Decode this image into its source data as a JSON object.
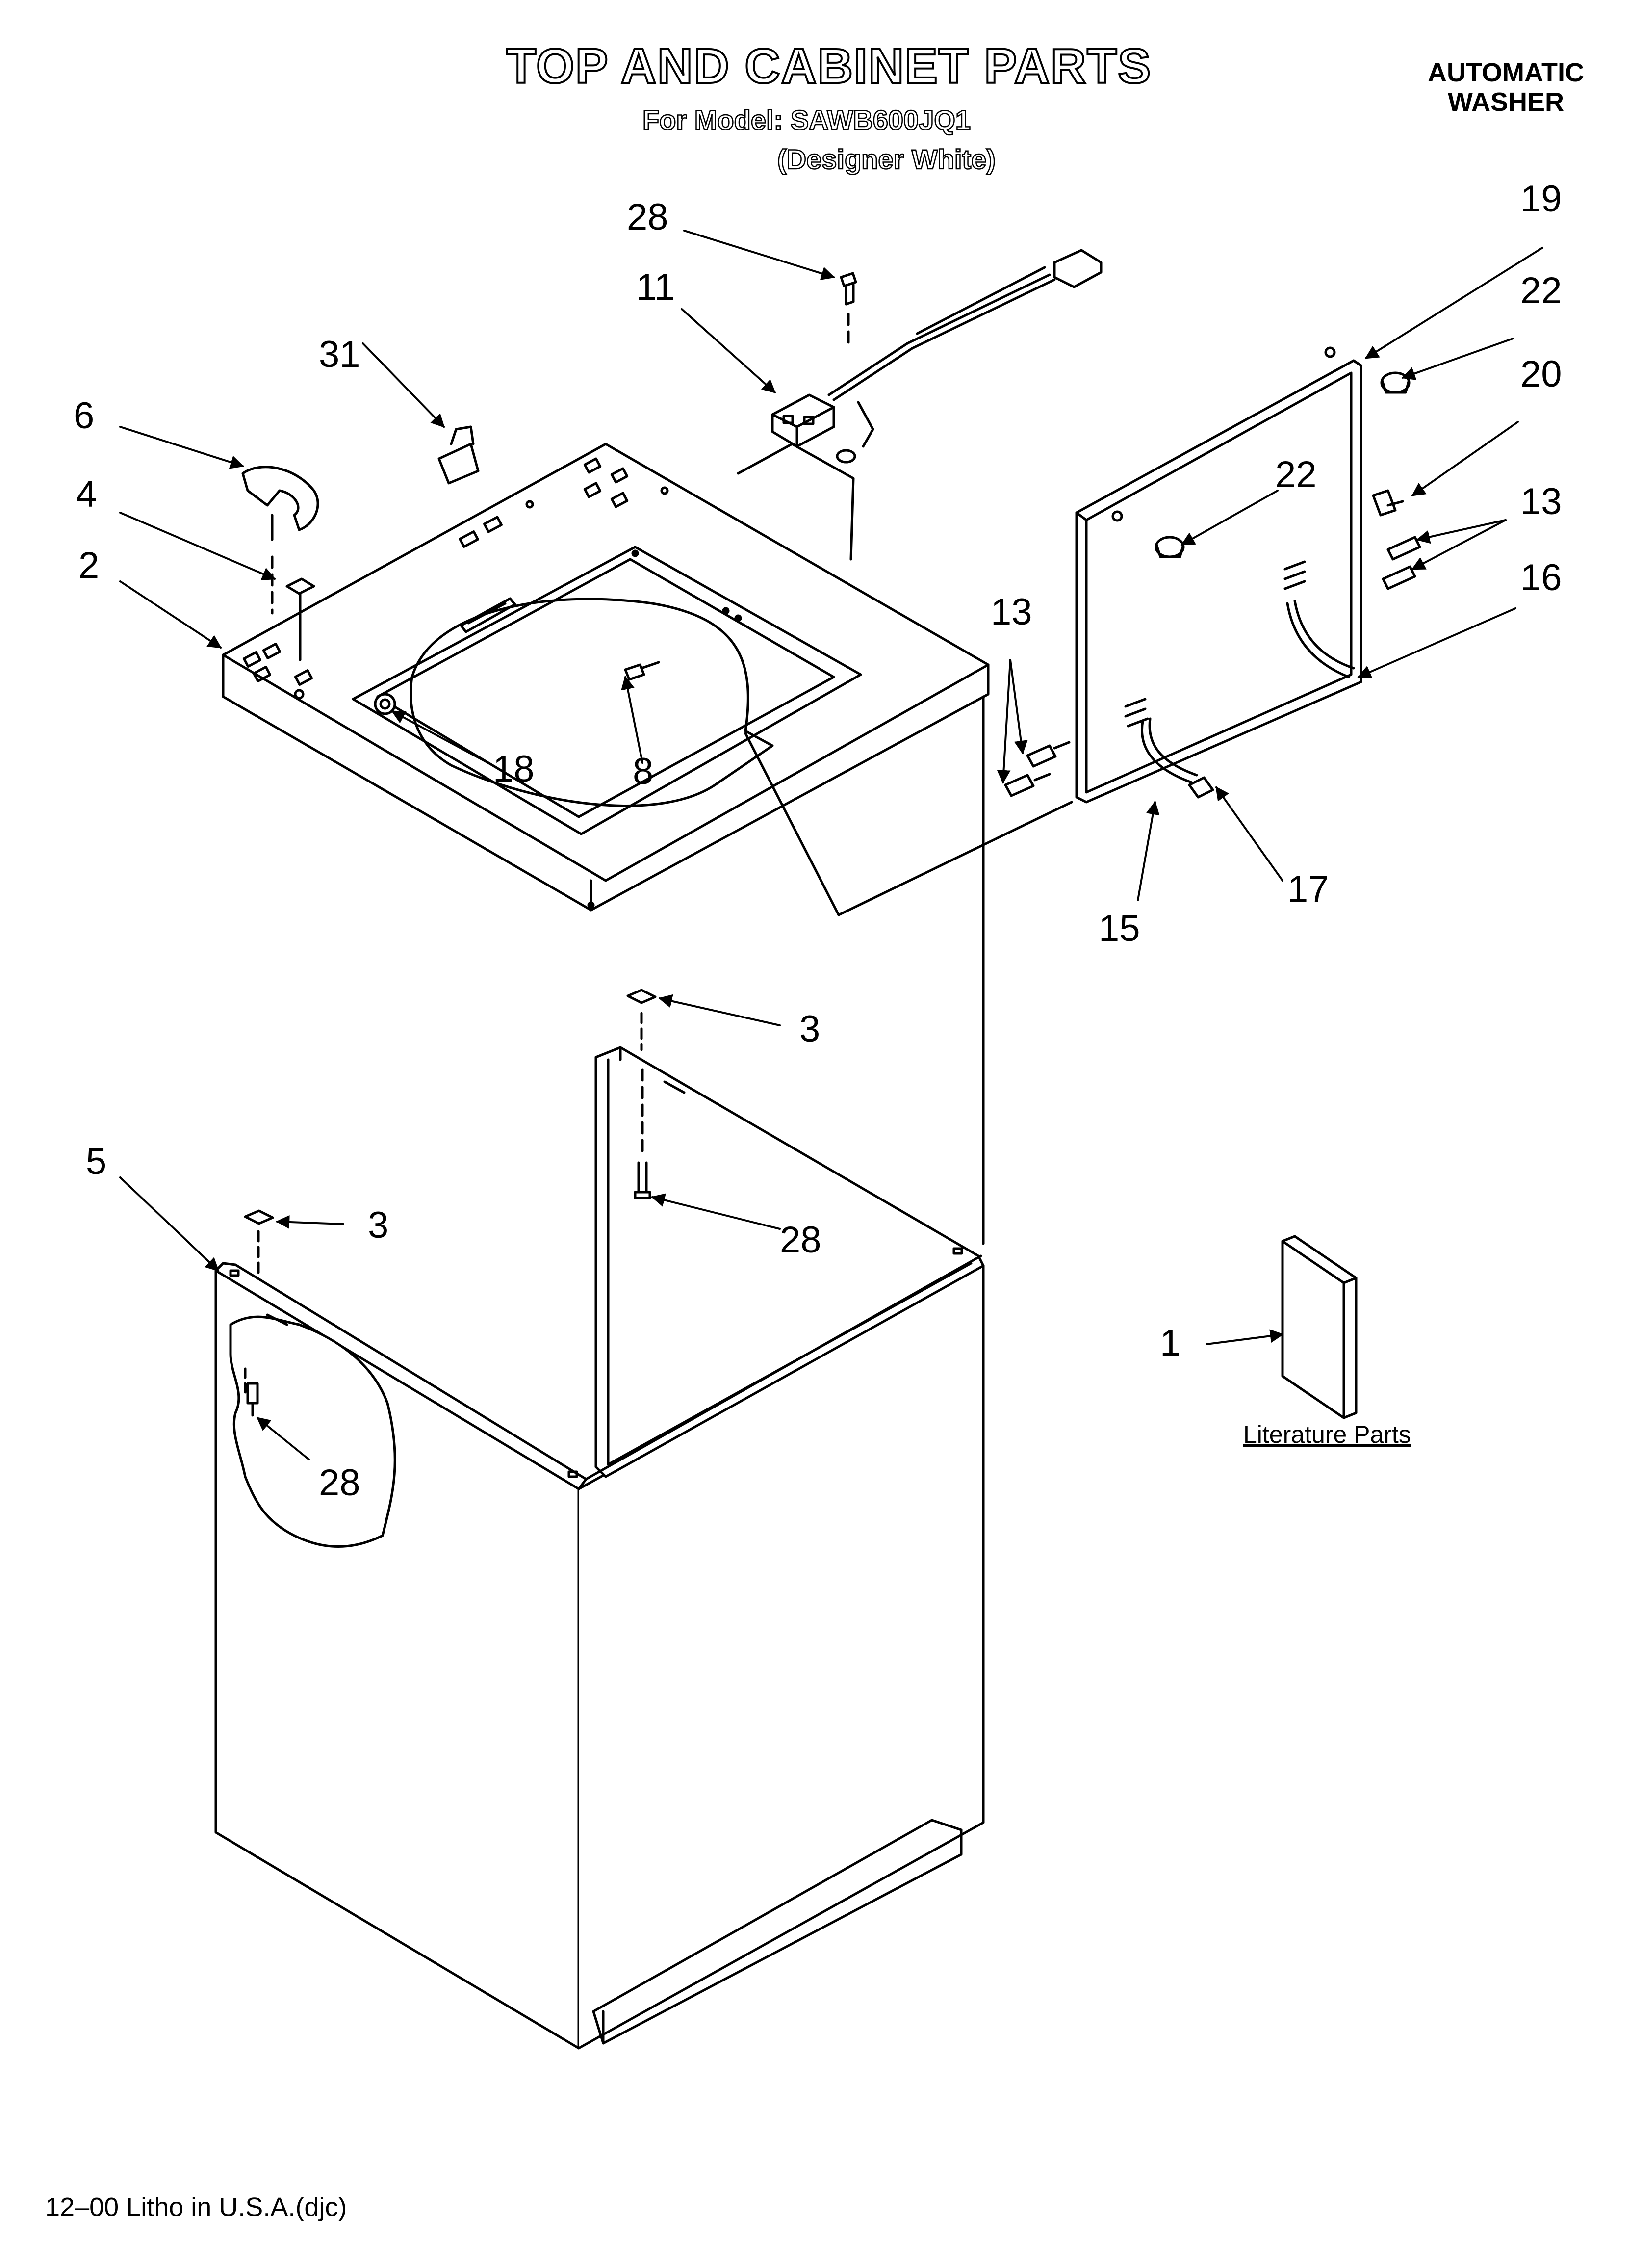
{
  "header": {
    "title": "TOP AND CABINET PARTS",
    "model_line": "For Model: SAWB600JQ1",
    "variant": "(Designer White)",
    "product_line1": "AUTOMATIC",
    "product_line2": "WASHER"
  },
  "callouts": {
    "c28a": "28",
    "c11": "11",
    "c31": "31",
    "c6": "6",
    "c4": "4",
    "c2": "2",
    "c18": "18",
    "c8": "8",
    "c19": "19",
    "c22a": "22",
    "c20": "20",
    "c22b": "22",
    "c13a": "13",
    "c16": "16",
    "c13b": "13",
    "c15": "15",
    "c17": "17",
    "c3a": "3",
    "c28b": "28",
    "c5": "5",
    "c3b": "3",
    "c28c": "28",
    "c1": "1"
  },
  "literature_label": "Literature Parts",
  "footer": "12–00 Litho in U.S.A.(djc)"
}
